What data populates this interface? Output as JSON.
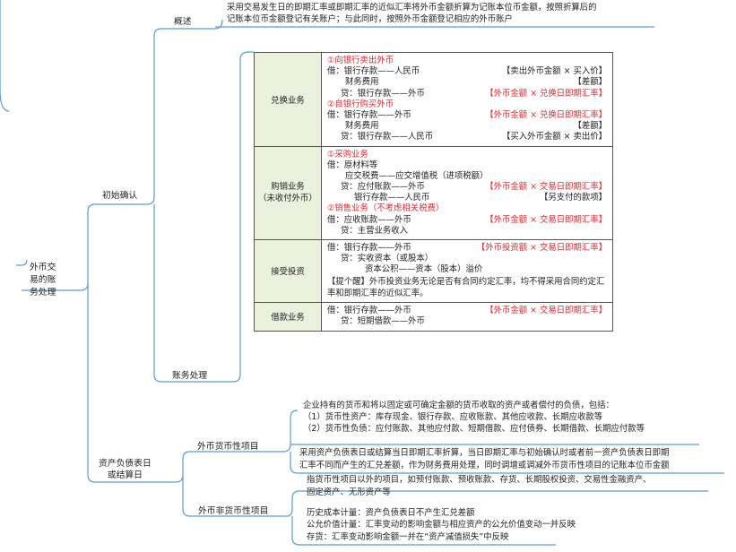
{
  "root": "外币交\n易的账\n务处理",
  "l1": {
    "initial": "初始确认",
    "balance": "资产负债表日\n或结算日"
  },
  "l2": {
    "overview": "概述",
    "accounting": "账务处理",
    "monetary": "外币货币性项目",
    "nonmonetary": "外币非货币性项目"
  },
  "overview_text": "采用交易发生日的即期汇率或即期汇率的近似汇率将外币金额折算为记账本位币金额，按照折算后的\n记账本位币金额登记有关账户；与此同时，按照外币金额登记相应的外币账户",
  "table": {
    "exchange": {
      "category": "兑换业务",
      "sell_title": "①向银行卖出外币",
      "sell_l1": "借：银行存款——人民币",
      "sell_l1_r": "【卖出外币金额 × 买入价】",
      "sell_l2": "财务费用",
      "sell_l2_r": "【差额】",
      "sell_l3": "贷：银行存款——外币",
      "sell_l3_r": "【外币金额 × 兑换日即期汇率】",
      "buy_title": "②自银行购买外币",
      "buy_l1": "借：银行存款——外币",
      "buy_l1_r": "【外币金额 × 兑换日即期汇率】",
      "buy_l2": "财务费用",
      "buy_l2_r": "【差额】",
      "buy_l3": "贷：银行存款——人民币",
      "buy_l3_r": "【买入外币金额 × 卖出价】"
    },
    "purchase_sales": {
      "category": "购销业务\n（未收付外币）",
      "pur_title": "①采购业务",
      "pur_l1": "借：原材料等",
      "pur_l2": "应交税费——应交增值税（进项税额）",
      "pur_l3": "贷：应付账款——外币",
      "pur_l3_r": "【外币金额 × 交易日即期汇率】",
      "pur_l4": "银行存款——人民币",
      "pur_l4_r": "【另支付的款项】",
      "sale_title": "②销售业务（不考虑相关税费）",
      "sale_l1": "借：应收账款——外币",
      "sale_l1_r": "【外币金额 × 交易日即期汇率】",
      "sale_l2": "贷：主营业务收入"
    },
    "investment": {
      "category": "接受投资",
      "l1": "借：银行存款——外币",
      "l1_r": "【外币投资额 × 交易日即期汇率】",
      "l2": "贷：实收资本（或股本）",
      "l3": "资本公积——资本（股本）溢价",
      "note": "【提个醒】外币投资业务无论是否有合同约定汇率，均不得采用合同约定汇\n率和即期汇率的近似汇率。"
    },
    "loan": {
      "category": "借款业务",
      "l1": "借：银行存款——外币",
      "l1_r": "【外币金额 × 交易日即期汇率】",
      "l2": "贷：短期借款——外币"
    }
  },
  "monetary_def": "企业持有的货币和将以固定或可确定金额的货币收取的资产或者偿付的负债，包括：\n（1）货币性资产：库存现金、银行存款、应收账款、其他应收款、长期应收款等\n（2）货币性负债：应付账款、其他应付款、短期借款、应付债券、长期借款、长期应付款等",
  "monetary_treat": "采用资产负债表日或结算当日即期汇率折算，当日即期汇率与初始确认时或者前一资产负债表日即期\n汇率不同而产生的汇兑差额，作为财务费用处理，同时调增或调减外币货币性项目的记账本位币金额",
  "nonmonetary_def": "指货币性项目以外的项目，如预付账款、预收账款、存货、长期股权投资、交易性金融资产、\n固定资产、无形资产等",
  "nonmonetary_treat": "历史成本计量：资产负债表日不产生汇兑差额\n公允价值计量：汇率变动的影响金额与相应资产的公允价值变动一并反映\n存货：汇率变动影响金额一并在“资产减值损失”中反映",
  "colors": {
    "line": "#5b9bd5",
    "red": "#e8262e",
    "category_bg": "#eaf1dd"
  }
}
